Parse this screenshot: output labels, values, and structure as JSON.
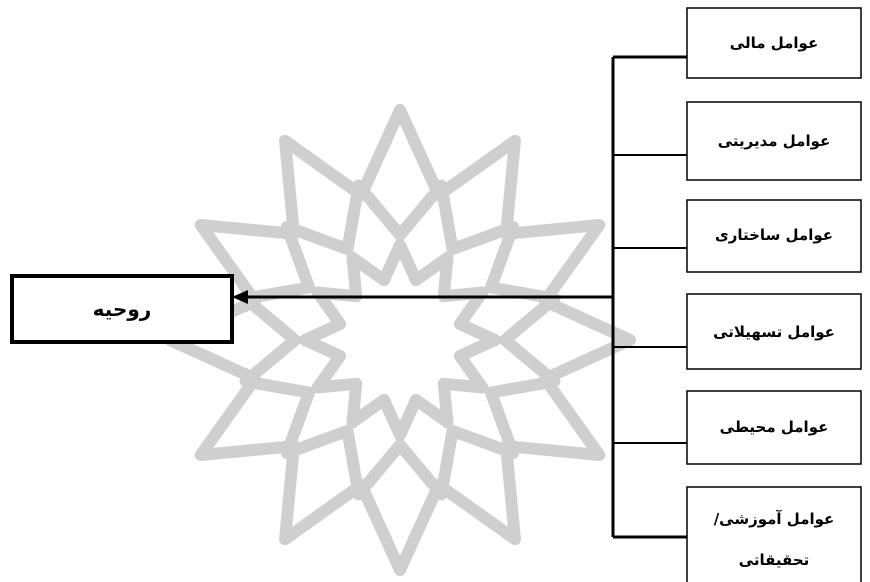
{
  "diagram": {
    "target": {
      "label": "روحیه"
    },
    "factors": [
      {
        "label": "عوامل مالی"
      },
      {
        "label": "عوامل مدیریتی"
      },
      {
        "label": "عوامل ساختاری"
      },
      {
        "label": "عوامل تسهیلاتی"
      },
      {
        "label": "عوامل محیطی"
      },
      {
        "label_line1": "عوامل آموزشی/",
        "label_line2": "تحقیقاتی"
      }
    ]
  },
  "colors": {
    "line": "#000000",
    "box_border": "#000000",
    "watermark": "#cfcfcf"
  },
  "icons": {
    "watermark": "star-rosette-watermark-icon",
    "arrow": "arrowhead-left-icon"
  }
}
